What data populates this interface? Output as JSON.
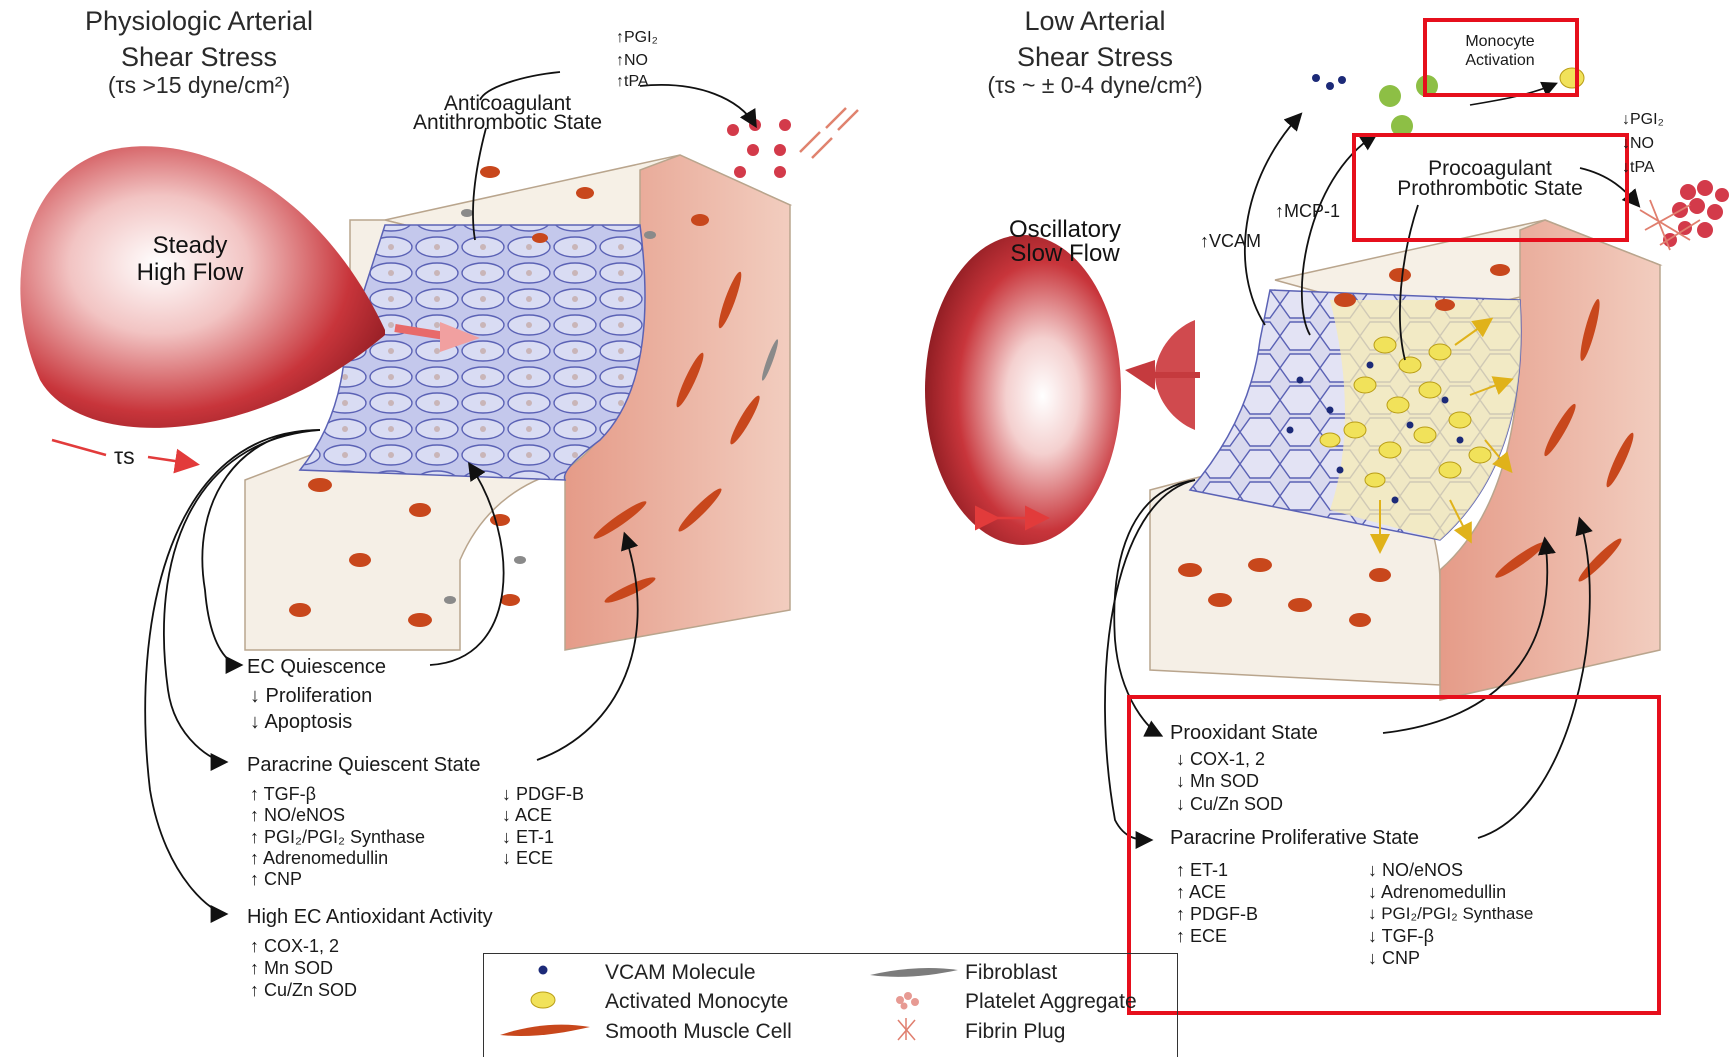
{
  "left_panel": {
    "title_line1": "Physiologic Arterial",
    "title_line2": "Shear Stress",
    "title_line3": "(τs >15 dyne/cm²)",
    "flow_label_line1": "Steady",
    "flow_label_line2": "High Flow",
    "shear_label": "τs",
    "anticoag_line1": "Anticoagulant",
    "anticoag_line2": "Antithrombotic State",
    "top_factors": [
      "↑PGI₂",
      "↑NO",
      "↑tPA"
    ],
    "ec_quiescence": {
      "heading": "EC Quiescence",
      "items": [
        "↓ Proliferation",
        "↓ Apoptosis"
      ]
    },
    "paracrine_quiescent": {
      "heading": "Paracrine Quiescent State",
      "col1": [
        "↑ TGF-β",
        "↑ NO/eNOS",
        "↑ PGI₂/PGI₂ Synthase",
        "↑ Adrenomedullin",
        "↑ CNP"
      ],
      "col2": [
        "↓ PDGF-B",
        "↓ ACE",
        "↓ ET-1",
        "↓ ECE"
      ]
    },
    "antioxidant": {
      "heading": "High EC Antioxidant Activity",
      "items": [
        "↑ COX-1, 2",
        "↑ Mn SOD",
        "↑ Cu/Zn SOD"
      ]
    }
  },
  "right_panel": {
    "title_line1": "Low Arterial",
    "title_line2": "Shear Stress",
    "title_line3": "(τs ~ ± 0-4 dyne/cm²)",
    "flow_label_line1": "Oscillatory",
    "flow_label_line2": "Slow Flow",
    "vcam_label": "↑VCAM",
    "mcp_label": "↑MCP-1",
    "monocyte_line1": "Monocyte",
    "monocyte_line2": "Activation",
    "procoag_line1": "Procoagulant",
    "procoag_line2": "Prothrombotic State",
    "top_factors": [
      "↓PGI₂",
      "↓NO",
      "↓tPA"
    ],
    "prooxidant": {
      "heading": "Prooxidant State",
      "items": [
        "↓ COX-1, 2",
        "↓ Mn SOD",
        "↓ Cu/Zn SOD"
      ]
    },
    "paracrine_proliferative": {
      "heading": "Paracrine Proliferative State",
      "col1": [
        "↑ ET-1",
        "↑ ACE",
        "↑ PDGF-B",
        "↑ ECE"
      ],
      "col2": [
        "↓ NO/eNOS",
        "↓ Adrenomedullin",
        "↓ PGI₂/PGI₂ Synthase",
        "↓ TGF-β",
        "↓ CNP"
      ]
    }
  },
  "legend": {
    "vcam": "VCAM Molecule",
    "monocyte": "Activated Monocyte",
    "smc": "Smooth Muscle Cell",
    "fibroblast": "Fibroblast",
    "platelet": "Platelet Aggregate",
    "fibrin": "Fibrin Plug"
  },
  "colors": {
    "highlight_box": "#e60f1c",
    "vessel_red": "#c8353b",
    "endothelium": "#b7bde6",
    "smooth_muscle": "#c8471c",
    "monocyte": "#f1e25a",
    "vcam": "#1c2a78",
    "tissue": "#f3ede4",
    "media": "#eab3a4"
  }
}
